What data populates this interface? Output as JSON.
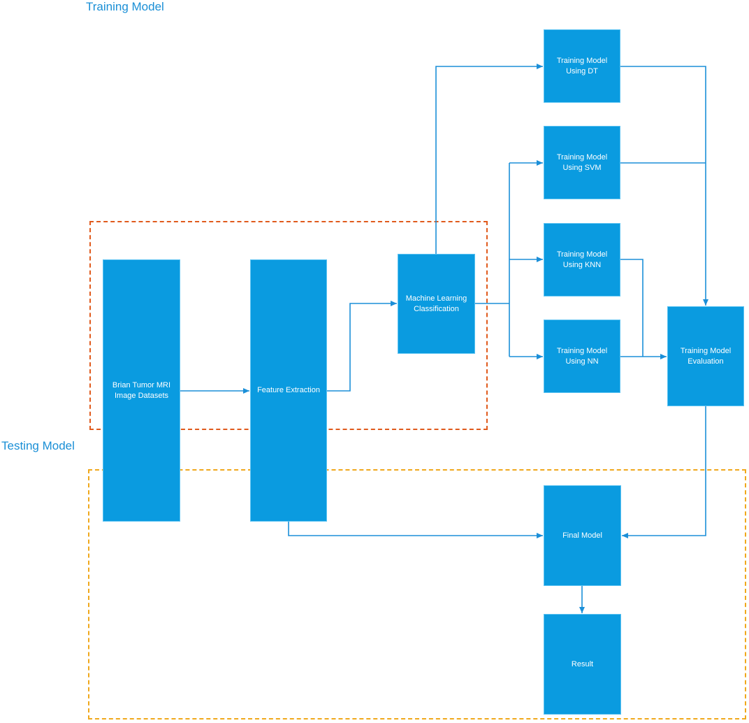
{
  "titles": {
    "training": "Training Model",
    "testing": "Testing Model"
  },
  "nodes": {
    "datasets": "Brian Tumor MRI\nImage Datasets",
    "feature_extraction": "Feature Extraction",
    "ml_classification": "Machine Learning\nClassification",
    "model_dt": "Training Model\nUsing DT",
    "model_svm": "Training Model\nUsing SVM",
    "model_knn": "Training Model\nUsing KNN",
    "model_nn": "Training Model\nUsing NN",
    "evaluation": "Training Model\nEvaluation",
    "final_model": "Final Model",
    "result": "Result"
  },
  "colors": {
    "node_fill": "#0a9be0",
    "edge": "#1b8fd8",
    "training_border": "#e05a1c",
    "testing_border": "#f0a81c",
    "title": "#1a8fd6"
  }
}
